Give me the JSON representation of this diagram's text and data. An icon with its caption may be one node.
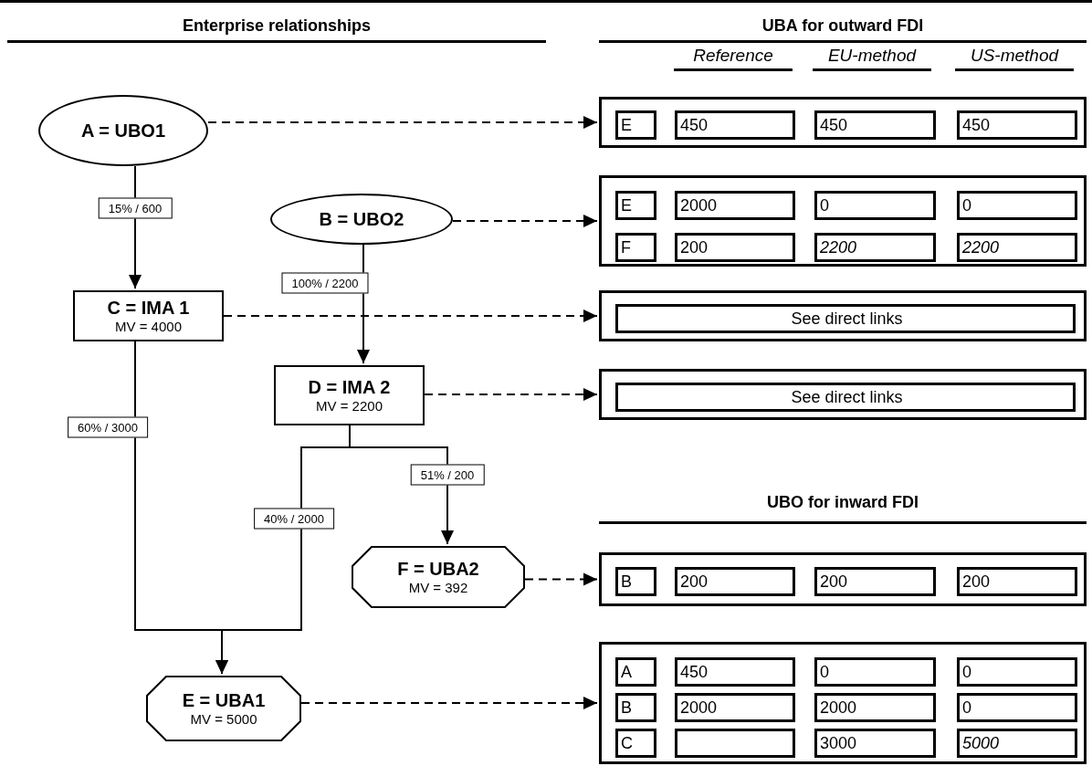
{
  "diagram": {
    "nodes": [
      {
        "text": [
          "A = UBO1"
        ]
      },
      {
        "text": [
          "B = UBO2"
        ]
      },
      {
        "text": [
          "C = IMA 1",
          "MV = 4000"
        ]
      },
      {
        "text": [
          "D = IMA 2",
          "MV = 2200"
        ]
      },
      {
        "text": [
          "F = UBA2",
          "MV = 392"
        ]
      },
      {
        "text": [
          "E = UBA1",
          "MV = 5000"
        ]
      },
      {
        "text": [],
        "shape": "box"
      },
      {
        "text": [
          "E"
        ],
        "in": 6
      },
      {
        "text": [
          "450"
        ],
        "in": 6
      },
      {
        "text": [
          "450"
        ],
        "in": 6
      },
      {
        "text": [
          "450"
        ],
        "in": 6
      },
      {
        "text": [],
        "shape": "box"
      },
      {
        "text": [
          "E"
        ],
        "in": 11
      },
      {
        "text": [
          "2000"
        ],
        "in": 11
      },
      {
        "text": [
          "0"
        ],
        "in": 11
      },
      {
        "text": [
          "0"
        ],
        "in": 11
      },
      {
        "text": [
          "F"
        ],
        "in": 11
      },
      {
        "text": [
          "200"
        ],
        "in": 11
      },
      {
        "text": [
          "2200"
        ],
        "in": 11
      },
      {
        "text": [
          "2200"
        ],
        "in": 11
      },
      {
        "text": [],
        "shape": "box"
      },
      {
        "text": [
          "See direct links"
        ],
        "in": 20
      },
      {
        "text": [],
        "shape": "box"
      },
      {
        "text": [
          "See direct links"
        ],
        "in": 22
      },
      {
        "text": [],
        "shape": "box"
      },
      {
        "text": [
          "B"
        ],
        "in": 24
      },
      {
        "text": [
          "200"
        ],
        "in": 24
      },
      {
        "text": [
          "200"
        ],
        "in": 24
      },
      {
        "text": [
          "200"
        ],
        "in": 24
      },
      {
        "text": [],
        "shape": "box"
      },
      {
        "text": [
          "A"
        ],
        "in": 29
      },
      {
        "text": [
          "450"
        ],
        "in": 29
      },
      {
        "text": [
          "0"
        ],
        "in": 29
      },
      {
        "text": [
          "0"
        ],
        "in": 29
      },
      {
        "text": [
          "B"
        ],
        "in": 29
      },
      {
        "text": [
          "2000"
        ],
        "in": 29
      },
      {
        "text": [
          "2000"
        ],
        "in": 29
      },
      {
        "text": [
          "0"
        ],
        "in": 29
      },
      {
        "text": [
          "C"
        ],
        "in": 29
      },
      {
        "text": [],
        "shape": "box",
        "in": 29
      },
      {
        "text": [
          "3000"
        ],
        "in": 29
      },
      {
        "text": [
          "5000"
        ],
        "in": 29
      }
    ],
    "edges": [
      {
        "from": 0,
        "to": 2,
        "arrow": "to",
        "label": "15% / 600"
      },
      {
        "from": 1,
        "to": 3,
        "arrow": "to",
        "label": "100% / 2200"
      },
      {
        "from": 2,
        "to": 5,
        "arrow": "to",
        "label": "60% / 3000"
      },
      {
        "from": 3,
        "to": 4,
        "arrow": "to",
        "label": "51% / 200"
      },
      {
        "from": 3,
        "to": 5,
        "arrow": "to",
        "label": "40% / 2000"
      },
      {
        "from": 0,
        "to": 6,
        "arrow": "to",
        "style": "dashed"
      },
      {
        "from": 1,
        "to": 11,
        "arrow": "to",
        "style": "dashed"
      },
      {
        "from": 2,
        "to": 20,
        "arrow": "to",
        "style": "dashed"
      },
      {
        "from": 3,
        "to": 22,
        "arrow": "to",
        "style": "dashed"
      },
      {
        "from": 4,
        "to": 24,
        "arrow": "to",
        "style": "dashed"
      },
      {
        "from": 5,
        "to": 29,
        "arrow": "to",
        "style": "dashed"
      }
    ],
    "labels": [
      "Enterprise relationships",
      "UBA for outward FDI",
      "Reference",
      "EU-method",
      "US-method",
      "UBO for inward FDI"
    ]
  }
}
